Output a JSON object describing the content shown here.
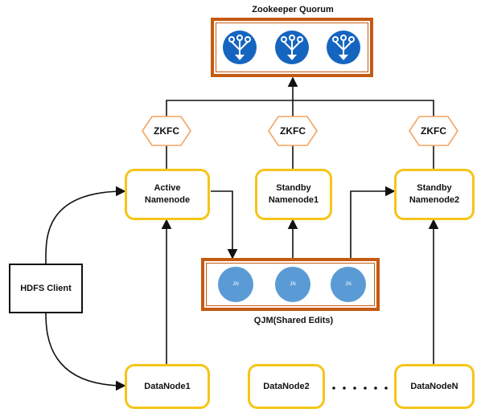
{
  "quorum": {
    "title": "Zookeeper Quorum",
    "server_count": 3
  },
  "zkfc": [
    "ZKFC",
    "ZKFC",
    "ZKFC"
  ],
  "namenodes": {
    "active": "Active\nNamenode",
    "standby1": "Standby\nNamenode1",
    "standby2": "Standby\nNamenode2"
  },
  "qjm": {
    "label": "QJM(Shared Edits)",
    "journal_nodes": [
      "JN",
      "JN",
      "JN"
    ]
  },
  "client": {
    "label": "HDFS Client"
  },
  "datanodes": [
    "DataNode1",
    "DataNode2",
    "DataNodeN"
  ],
  "colors": {
    "orange": "#c55a11",
    "yellow": "#f5c518",
    "hex_stroke": "#f4a460",
    "blue_dark": "#1565c0",
    "jn_blue": "#5b9bd5"
  }
}
